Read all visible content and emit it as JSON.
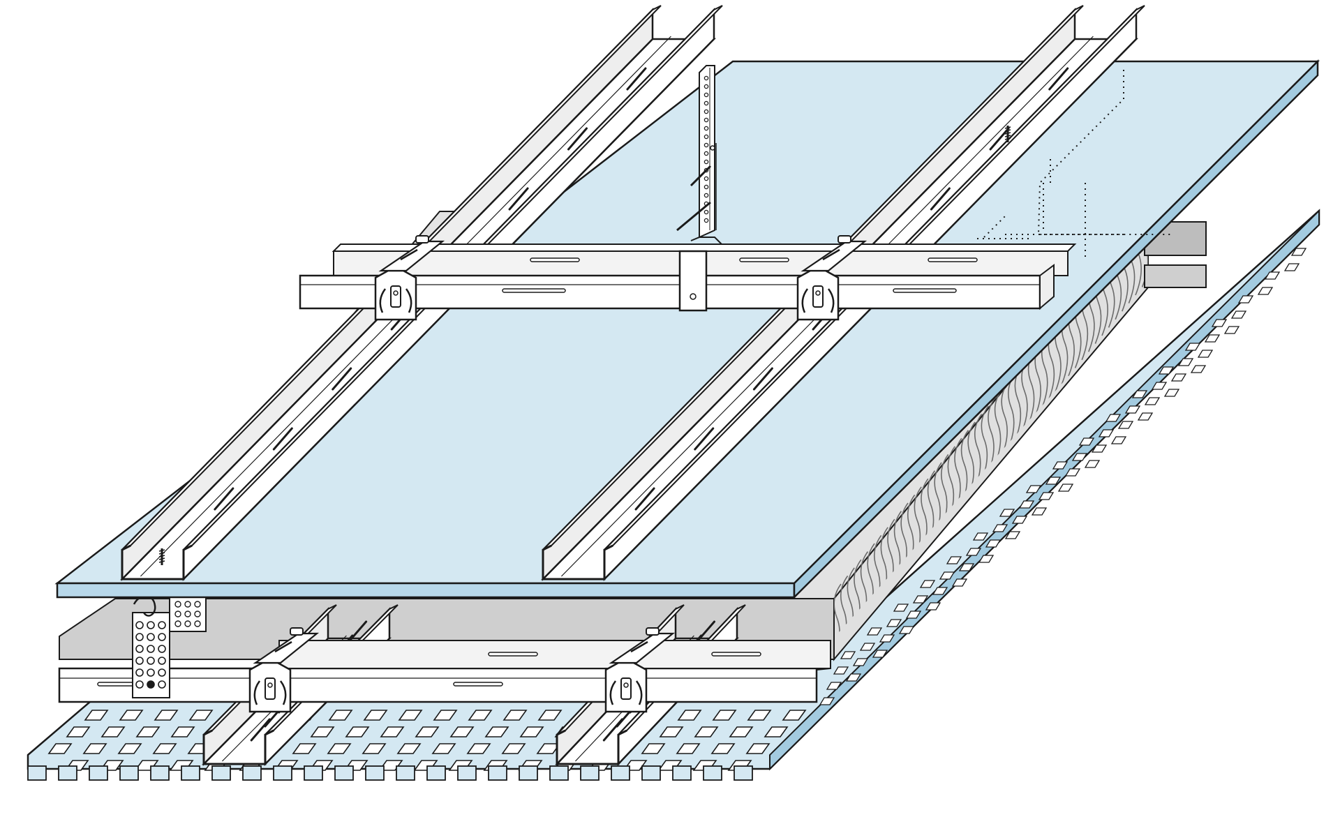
{
  "figure": {
    "type": "isometric-technical-illustration",
    "subject": "suspended-ceiling-construction",
    "text_labels": []
  },
  "layers": [
    {
      "id": "upper-board",
      "kind": "plasterboard"
    },
    {
      "id": "upper-channels",
      "kind": "cd-profile",
      "count": 2
    },
    {
      "id": "upper-cross-channel",
      "kind": "cd-profile",
      "count": 1
    },
    {
      "id": "direct-hanger",
      "kind": "hanger",
      "count": 1
    },
    {
      "id": "insulation",
      "kind": "mineral-wool"
    },
    {
      "id": "lower-cross-channel",
      "kind": "cd-profile",
      "count": 1
    },
    {
      "id": "lower-channels",
      "kind": "cd-profile",
      "count": 2
    },
    {
      "id": "wall-bracket",
      "kind": "perforated-bracket",
      "count": 1
    },
    {
      "id": "perforated-board",
      "kind": "perforated-acoustic-board"
    }
  ],
  "colors": {
    "board_fill": "#d4e8f2",
    "board_edge": "#a3cbe0",
    "insulation_fill": "#e3e3e3",
    "insulation_edge": "#9a9a9a",
    "metal_fill": "#ffffff",
    "metal_shade": "#eeeeee",
    "line": "#1a1a1a"
  },
  "icons": {
    "connector": "channel-connector-icon",
    "hanger": "direct-hanger-icon",
    "screw": "screw-icon"
  }
}
